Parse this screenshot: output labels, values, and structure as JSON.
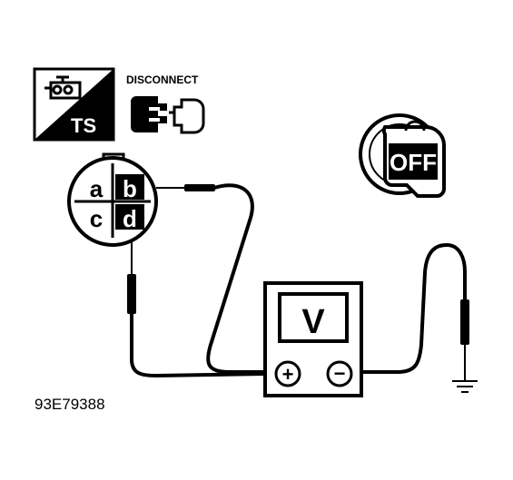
{
  "badge": {
    "text": "TS"
  },
  "disconnect": {
    "label": "DISCONNECT"
  },
  "connector": {
    "pins": [
      "a",
      "b",
      "c",
      "d"
    ]
  },
  "ignition": {
    "text": "OFF"
  },
  "meter": {
    "text": "V",
    "plus": "+",
    "minus": "−"
  },
  "figure_id": "93E79388"
}
